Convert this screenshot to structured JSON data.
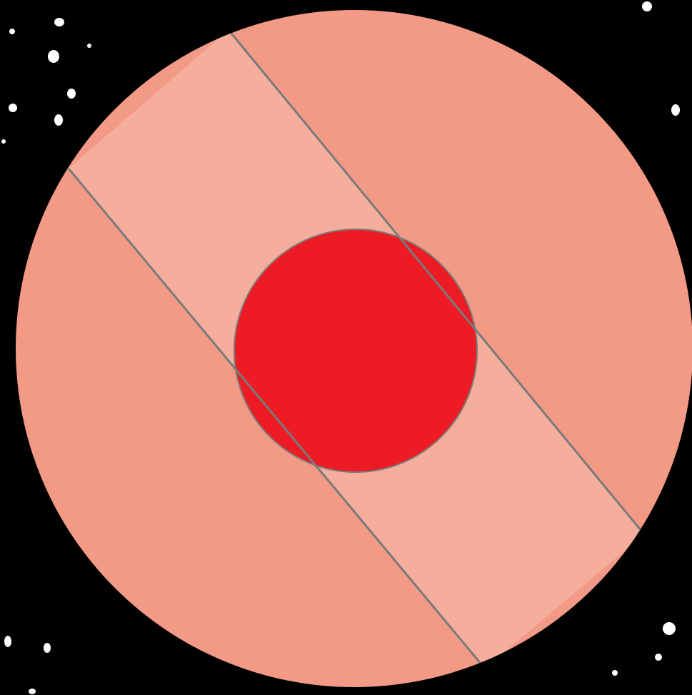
{
  "colors": {
    "space": "#000000",
    "star": "#ffffff",
    "outer_disc": "#f39a86",
    "band": "#f5ae9b",
    "inner_disc": "#ed1c24",
    "edge_line": "#7a7a7a"
  },
  "shapes": {
    "outer_disc": "outer-circle",
    "band": "diagonal-band",
    "inner_disc": "central-circle"
  }
}
